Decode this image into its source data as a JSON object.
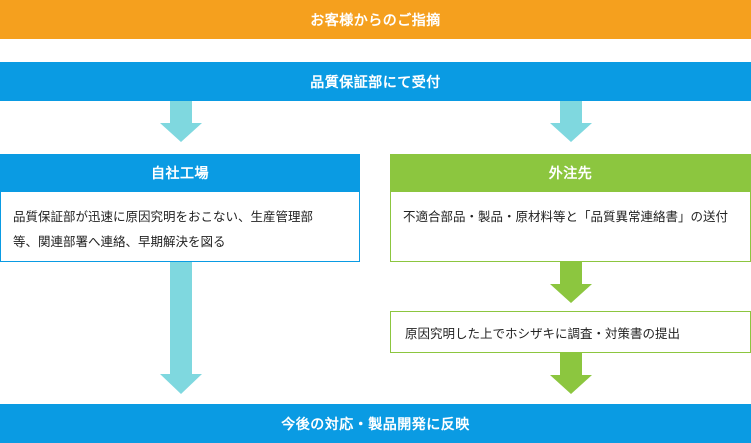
{
  "flow": {
    "top_bar": "お客様からのご指摘",
    "receive_bar": "品質保証部にて受付",
    "left_box": {
      "title": "自社工場",
      "text_line1": "品質保証部が迅速に原因究明をおこない、生産管理部",
      "text_line2": "等、関連部署へ連絡、早期解決を図る"
    },
    "right_box": {
      "title": "外注先",
      "text": "不適合部品・製品・原材料等と「品質異常連絡書」の送付"
    },
    "right_small_box": "原因究明した上でホシザキに調査・対策書の提出",
    "bottom_bar": "今後の対応・製品開発に反映"
  },
  "colors": {
    "orange": "#f5a01e",
    "blue": "#0a9be3",
    "green": "#8cc63f",
    "teal_arrow": "#7fd8df"
  }
}
